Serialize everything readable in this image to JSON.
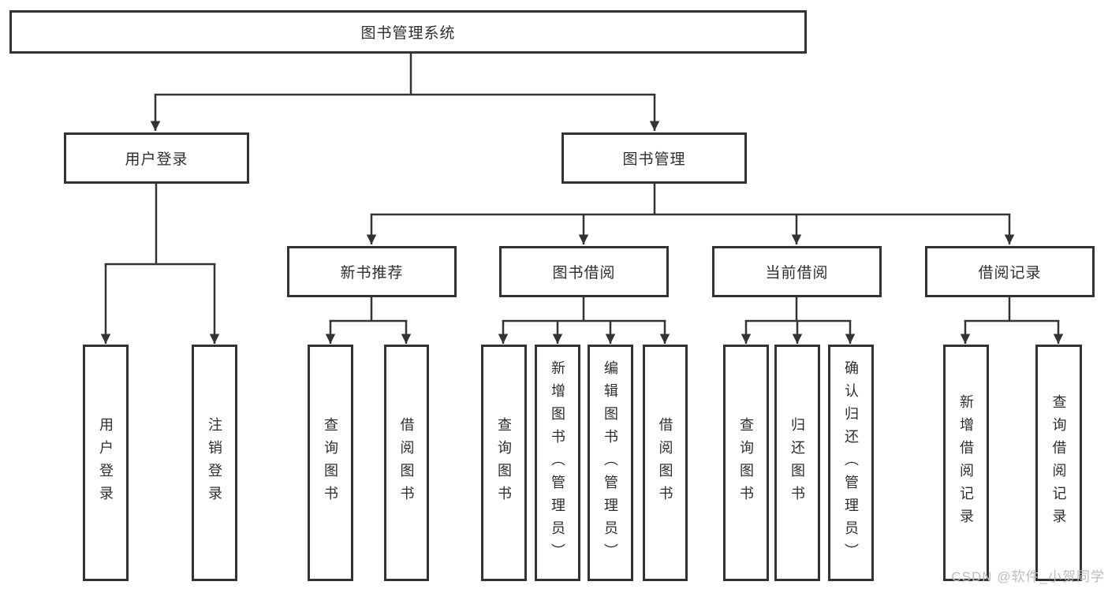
{
  "diagram": {
    "title": "图书管理系统",
    "branches": [
      {
        "label": "用户登录",
        "children": [
          {
            "label": "用户登录"
          },
          {
            "label": "注销登录"
          }
        ]
      },
      {
        "label": "图书管理",
        "children": [
          {
            "label": "新书推荐",
            "children": [
              {
                "label": "查询图书"
              },
              {
                "label": "借阅图书"
              }
            ]
          },
          {
            "label": "图书借阅",
            "children": [
              {
                "label": "查询图书"
              },
              {
                "label": "新增图书（管理员）"
              },
              {
                "label": "编辑图书（管理员）"
              },
              {
                "label": "借阅图书"
              }
            ]
          },
          {
            "label": "当前借阅",
            "children": [
              {
                "label": "查询图书"
              },
              {
                "label": "归还图书"
              },
              {
                "label": "确认归还（管理员）"
              }
            ]
          },
          {
            "label": "借阅记录",
            "children": [
              {
                "label": "新增借阅记录"
              },
              {
                "label": "查询借阅记录"
              }
            ]
          }
        ]
      }
    ],
    "colors": {
      "line": "#333333",
      "box_border": "#333333",
      "box_fill": "#ffffff",
      "text": "#2e2e2e",
      "watermark": "#b9bdc3",
      "background": "#ffffff"
    }
  },
  "watermark": {
    "text": "CSDN @软件_小贺同学"
  }
}
